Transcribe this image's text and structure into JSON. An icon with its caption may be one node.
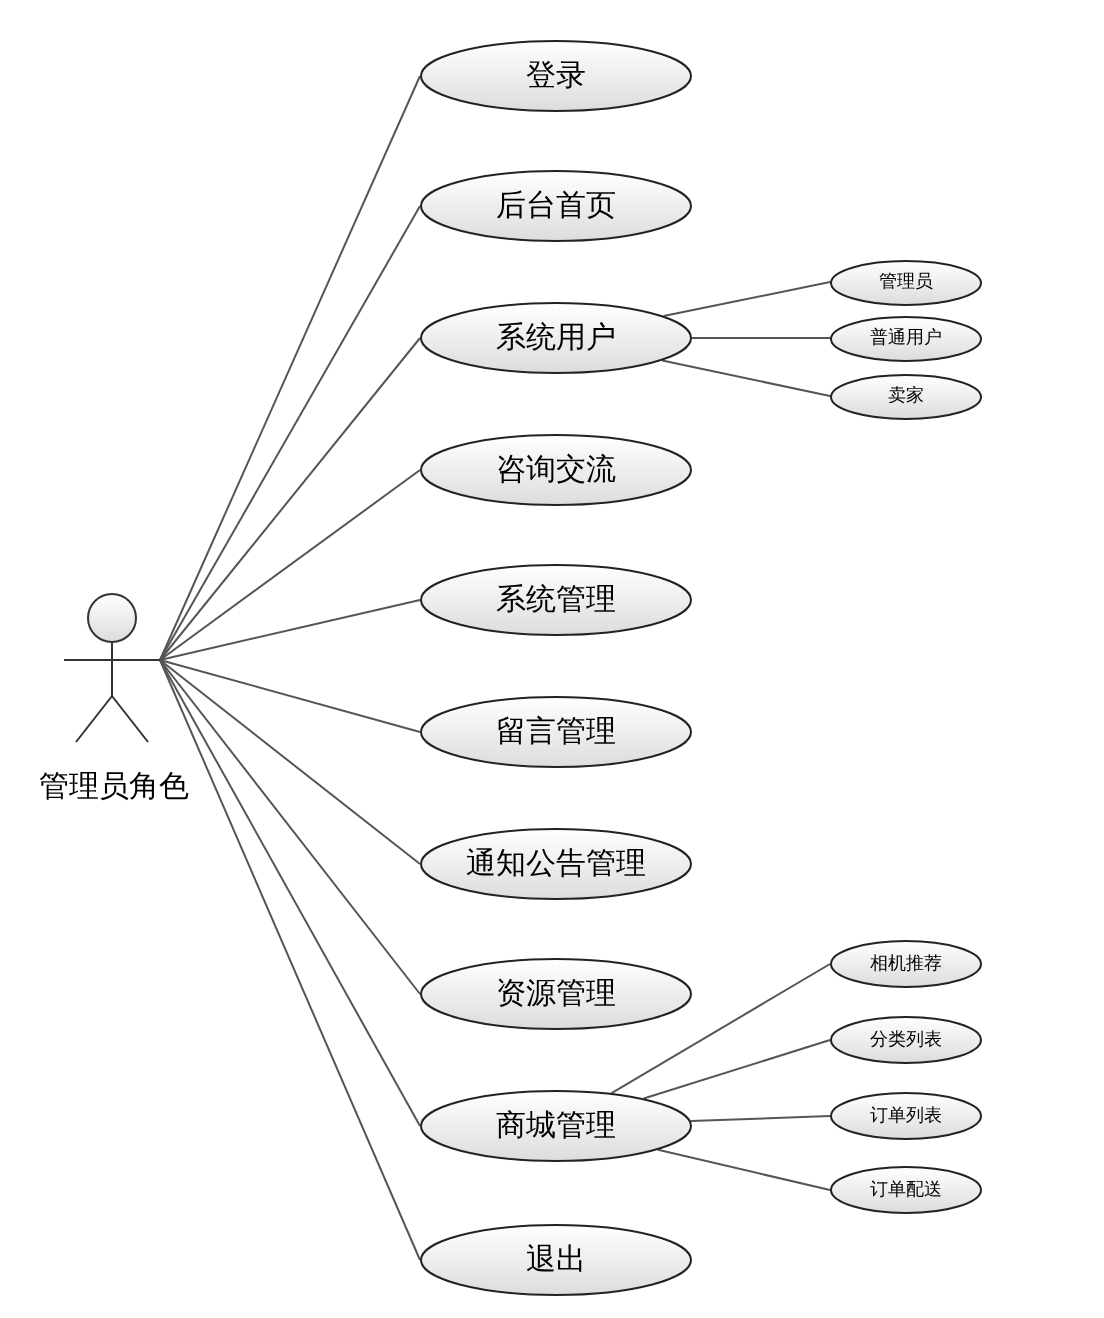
{
  "diagram": {
    "nodes": [
      {
        "text": [],
        "shape": "person",
        "beside": [
          "管理员角色"
        ]
      },
      {
        "text": [
          "登录"
        ]
      },
      {
        "text": [
          "后台首页"
        ]
      },
      {
        "text": [
          "系统用户"
        ]
      },
      {
        "text": [
          "咨询交流"
        ]
      },
      {
        "text": [
          "系统管理"
        ]
      },
      {
        "text": [
          "留言管理"
        ]
      },
      {
        "text": [
          "通知公告管理"
        ]
      },
      {
        "text": [
          "资源管理"
        ]
      },
      {
        "text": [
          "商城管理"
        ]
      },
      {
        "text": [
          "退出"
        ]
      },
      {
        "text": [
          "管理员"
        ]
      },
      {
        "text": [
          "普通用户"
        ]
      },
      {
        "text": [
          "卖家"
        ]
      },
      {
        "text": [
          "相机推荐"
        ]
      },
      {
        "text": [
          "分类列表"
        ]
      },
      {
        "text": [
          "订单列表"
        ]
      },
      {
        "text": [
          "订单配送"
        ]
      }
    ],
    "edges": [
      {
        "from": 0,
        "to": 1,
        "arrow": "none"
      },
      {
        "from": 0,
        "to": 2,
        "arrow": "none"
      },
      {
        "from": 0,
        "to": 3,
        "arrow": "none"
      },
      {
        "from": 0,
        "to": 4,
        "arrow": "none"
      },
      {
        "from": 0,
        "to": 5,
        "arrow": "none"
      },
      {
        "from": 0,
        "to": 6,
        "arrow": "none"
      },
      {
        "from": 0,
        "to": 7,
        "arrow": "none"
      },
      {
        "from": 0,
        "to": 8,
        "arrow": "none"
      },
      {
        "from": 0,
        "to": 9,
        "arrow": "none"
      },
      {
        "from": 0,
        "to": 10,
        "arrow": "none"
      },
      {
        "from": 3,
        "to": 11,
        "arrow": "none"
      },
      {
        "from": 3,
        "to": 12,
        "arrow": "none"
      },
      {
        "from": 3,
        "to": 13,
        "arrow": "none"
      },
      {
        "from": 9,
        "to": 14,
        "arrow": "none"
      },
      {
        "from": 9,
        "to": 15,
        "arrow": "none"
      },
      {
        "from": 9,
        "to": 16,
        "arrow": "none"
      },
      {
        "from": 9,
        "to": 17,
        "arrow": "none"
      }
    ]
  }
}
